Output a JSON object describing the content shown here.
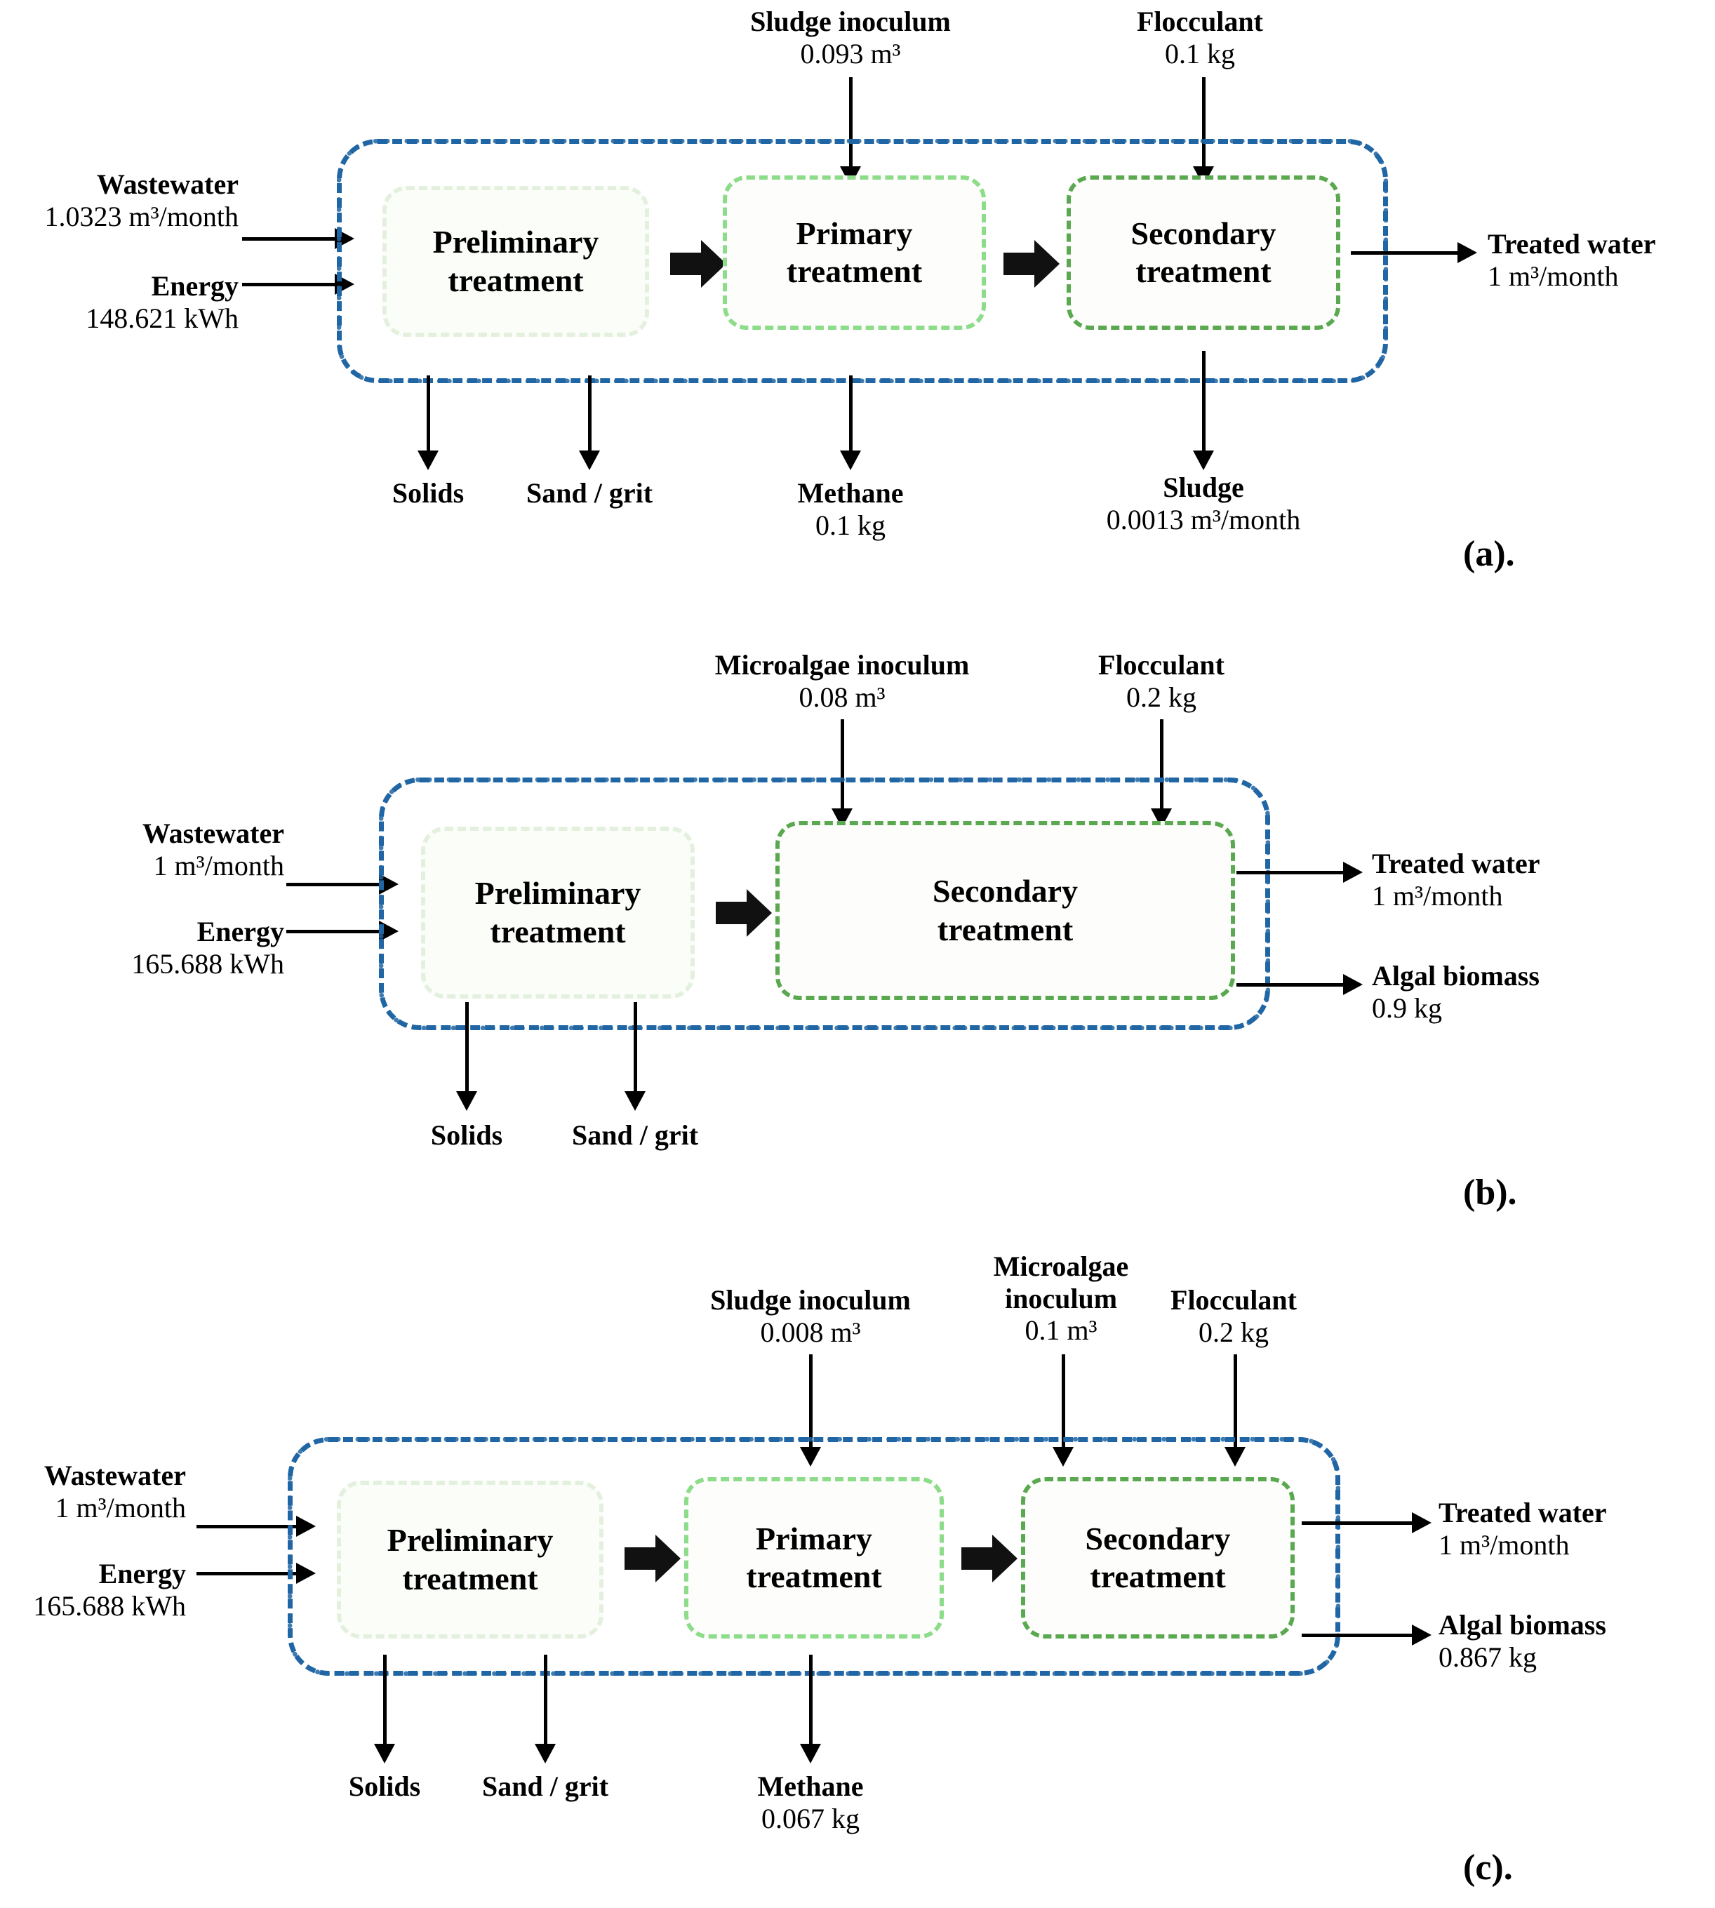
{
  "colors": {
    "system_boundary": "#2166a4",
    "preliminary_border": "#e4f0de",
    "primary_border": "#8ddc8a",
    "secondary_border": "#5aa84f",
    "text": "#000000",
    "background": "#ffffff"
  },
  "panels": [
    {
      "letter": "(a).",
      "units": [
        {
          "name": "preliminary",
          "line1": "Preliminary",
          "line2": "treatment"
        },
        {
          "name": "primary",
          "line1": "Primary",
          "line2": "treatment"
        },
        {
          "name": "secondary",
          "line1": "Secondary",
          "line2": "treatment"
        }
      ],
      "inputs_left": [
        {
          "label": "Wastewater",
          "value": "1.0323 m³/month"
        },
        {
          "label": "Energy",
          "value": "148.621 kWh"
        }
      ],
      "inputs_top": [
        {
          "label": "Sludge inoculum",
          "value": "0.093 m³"
        },
        {
          "label": "Flocculant",
          "value": "0.1 kg"
        }
      ],
      "outputs_right": [
        {
          "label": "Treated water",
          "value": "1 m³/month"
        }
      ],
      "outputs_bottom": [
        {
          "label": "Solids",
          "value": ""
        },
        {
          "label": "Sand / grit",
          "value": ""
        },
        {
          "label": "Methane",
          "value": "0.1 kg"
        },
        {
          "label": "Sludge",
          "value": "0.0013 m³/month"
        }
      ]
    },
    {
      "letter": "(b).",
      "units": [
        {
          "name": "preliminary",
          "line1": "Preliminary",
          "line2": "treatment"
        },
        {
          "name": "secondary",
          "line1": "Secondary",
          "line2": "treatment"
        }
      ],
      "inputs_left": [
        {
          "label": "Wastewater",
          "value": "1 m³/month"
        },
        {
          "label": "Energy",
          "value": "165.688 kWh"
        }
      ],
      "inputs_top": [
        {
          "label": "Microalgae inoculum",
          "value": "0.08 m³"
        },
        {
          "label": "Flocculant",
          "value": "0.2 kg"
        }
      ],
      "outputs_right": [
        {
          "label": "Treated water",
          "value": "1 m³/month"
        },
        {
          "label": "Algal biomass",
          "value": "0.9 kg"
        }
      ],
      "outputs_bottom": [
        {
          "label": "Solids",
          "value": ""
        },
        {
          "label": "Sand / grit",
          "value": ""
        }
      ]
    },
    {
      "letter": "(c).",
      "units": [
        {
          "name": "preliminary",
          "line1": "Preliminary",
          "line2": "treatment"
        },
        {
          "name": "primary",
          "line1": "Primary",
          "line2": "treatment"
        },
        {
          "name": "secondary",
          "line1": "Secondary",
          "line2": "treatment"
        }
      ],
      "inputs_left": [
        {
          "label": "Wastewater",
          "value": "1 m³/month"
        },
        {
          "label": "Energy",
          "value": "165.688 kWh"
        }
      ],
      "inputs_top": [
        {
          "label": "Sludge inoculum",
          "value": "0.008 m³"
        },
        {
          "label": "Microalgae\ninoculum",
          "value": "0.1 m³"
        },
        {
          "label": "Flocculant",
          "value": "0.2 kg"
        }
      ],
      "outputs_right": [
        {
          "label": "Treated water",
          "value": "1 m³/month"
        },
        {
          "label": "Algal biomass",
          "value": "0.867 kg"
        }
      ],
      "outputs_bottom": [
        {
          "label": "Solids",
          "value": ""
        },
        {
          "label": "Sand / grit",
          "value": ""
        },
        {
          "label": "Methane",
          "value": "0.067 kg"
        }
      ]
    }
  ],
  "a": {
    "in_top": [
      {
        "label": "Sludge inoculum",
        "value": "0.093 m³"
      },
      {
        "label": "Flocculant",
        "value": "0.1 kg"
      }
    ],
    "in_left": [
      {
        "label": "Wastewater",
        "value": "1.0323 m³/month"
      },
      {
        "label": "Energy",
        "value": "148.621 kWh"
      }
    ],
    "out_right": [
      {
        "label": "Treated water",
        "value": "1 m³/month"
      }
    ],
    "out_bottom": [
      {
        "label": "Solids"
      },
      {
        "label": "Sand / grit"
      },
      {
        "label": "Methane",
        "value": "0.1 kg"
      },
      {
        "label": "Sludge",
        "value": "0.0013 m³/month"
      }
    ],
    "units": [
      {
        "l1": "Preliminary",
        "l2": "treatment"
      },
      {
        "l1": "Primary",
        "l2": "treatment"
      },
      {
        "l1": "Secondary",
        "l2": "treatment"
      }
    ],
    "letter": "(a)."
  },
  "b": {
    "in_top": [
      {
        "label": "Microalgae inoculum",
        "value": "0.08 m³"
      },
      {
        "label": "Flocculant",
        "value": "0.2 kg"
      }
    ],
    "in_left": [
      {
        "label": "Wastewater",
        "value": "1 m³/month"
      },
      {
        "label": "Energy",
        "value": "165.688 kWh"
      }
    ],
    "out_right": [
      {
        "label": "Treated water",
        "value": "1 m³/month"
      },
      {
        "label": "Algal biomass",
        "value": "0.9 kg"
      }
    ],
    "out_bottom": [
      {
        "label": "Solids"
      },
      {
        "label": "Sand / grit"
      }
    ],
    "units": [
      {
        "l1": "Preliminary",
        "l2": "treatment"
      },
      {
        "l1": "Secondary",
        "l2": "treatment"
      }
    ],
    "letter": "(b)."
  },
  "c": {
    "in_top": [
      {
        "label": "Sludge inoculum",
        "value": "0.008 m³"
      },
      {
        "label_1": "Microalgae",
        "label_2": "inoculum",
        "value": "0.1 m³"
      },
      {
        "label": "Flocculant",
        "value": "0.2 kg"
      }
    ],
    "in_left": [
      {
        "label": "Wastewater",
        "value": "1 m³/month"
      },
      {
        "label": "Energy",
        "value": "165.688 kWh"
      }
    ],
    "out_right": [
      {
        "label": "Treated water",
        "value": "1 m³/month"
      },
      {
        "label": "Algal biomass",
        "value": "0.867 kg"
      }
    ],
    "out_bottom": [
      {
        "label": "Solids"
      },
      {
        "label": "Sand / grit"
      },
      {
        "label": "Methane",
        "value": "0.067 kg"
      }
    ],
    "units": [
      {
        "l1": "Preliminary",
        "l2": "treatment"
      },
      {
        "l1": "Primary",
        "l2": "treatment"
      },
      {
        "l1": "Secondary",
        "l2": "treatment"
      }
    ],
    "letter": "(c)."
  }
}
